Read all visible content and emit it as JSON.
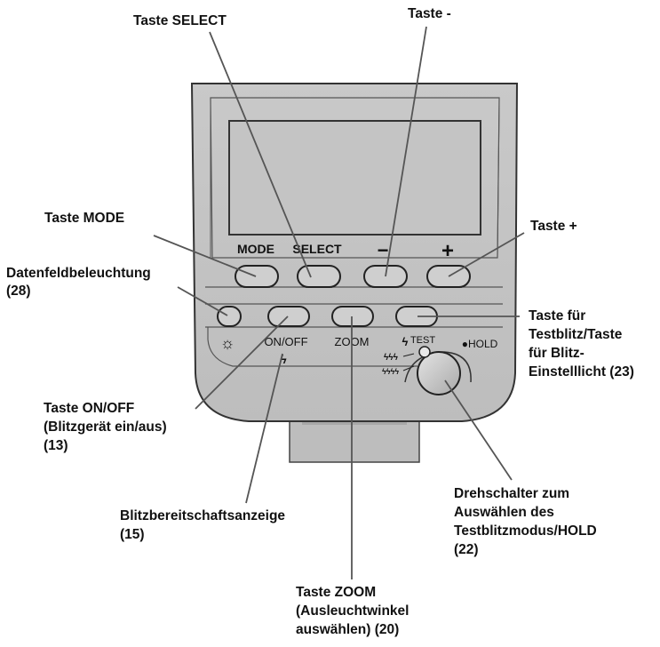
{
  "device_labels": {
    "mode": "MODE",
    "select": "SELECT",
    "minus": "−",
    "plus": "+",
    "on_off": "ON/OFF",
    "zoom": "ZOOM",
    "test": "TEST",
    "hold": "●HOLD",
    "flash_symbol": "ϟ",
    "illumination_symbol": "☼"
  },
  "callouts": {
    "select": [
      "Taste SELECT"
    ],
    "minus": [
      "Taste -"
    ],
    "mode": [
      "Taste MODE"
    ],
    "plus": [
      "Taste +"
    ],
    "illumination": [
      "Datenfeldbeleuchtung",
      "(28)"
    ],
    "test": [
      "Taste für",
      "Testblitz/Taste",
      "für Blitz-",
      "Einstelllicht (23)"
    ],
    "on_off": [
      "Taste ON/OFF",
      "(Blitzgerät ein/aus)",
      "(13)"
    ],
    "ready": [
      "Blitzbereitschaftsanzeige",
      "(15)"
    ],
    "dial": [
      "Drehschalter zum",
      "Auswählen des",
      "Testblitzmodus/HOLD",
      "(22)"
    ],
    "zoom": [
      "Taste ZOOM",
      "(Ausleuchtwinkel",
      "auswählen) (20)"
    ]
  }
}
